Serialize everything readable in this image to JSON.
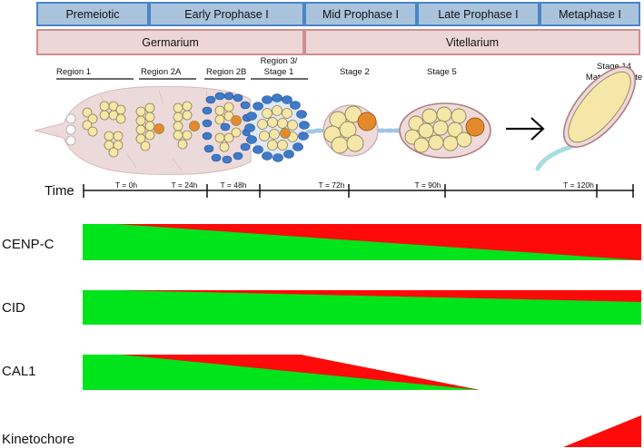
{
  "stages": [
    {
      "label": "Premeiotic"
    },
    {
      "label": "Early Prophase I"
    },
    {
      "label": "Mid Prophase I"
    },
    {
      "label": "Late Prophase I"
    },
    {
      "label": "Metaphase I"
    }
  ],
  "regions": [
    {
      "label": "Germarium"
    },
    {
      "label": "Vitellarium"
    }
  ],
  "structure_labels": {
    "region1": "Region 1",
    "region2a": "Region 2A",
    "region2b": "Region 2B",
    "region3_line1": "Region 3/",
    "region3_line2": "Stage 1",
    "stage2": "Stage 2",
    "stage5": "Stage 5",
    "stage14_line1": "Stage 14",
    "stage14_line2": "Mature Oocyte"
  },
  "timeline": {
    "label": "Time",
    "ticks": [
      "T = 0h",
      "T = 24h",
      "T = 48h",
      "T = 72h",
      "T = 90h",
      "T = 120h"
    ]
  },
  "proteins": [
    {
      "label": "CENP-C"
    },
    {
      "label": "CID"
    },
    {
      "label": "CAL1"
    },
    {
      "label": "Kinetochore"
    }
  ],
  "colors": {
    "green": "#00e41c",
    "red": "#ff0a0a",
    "tissue": "#ecdada",
    "nurse_cell": "#f6e7a9",
    "oocyte": "#e58a2c",
    "follicle": "#3f7ac9"
  }
}
